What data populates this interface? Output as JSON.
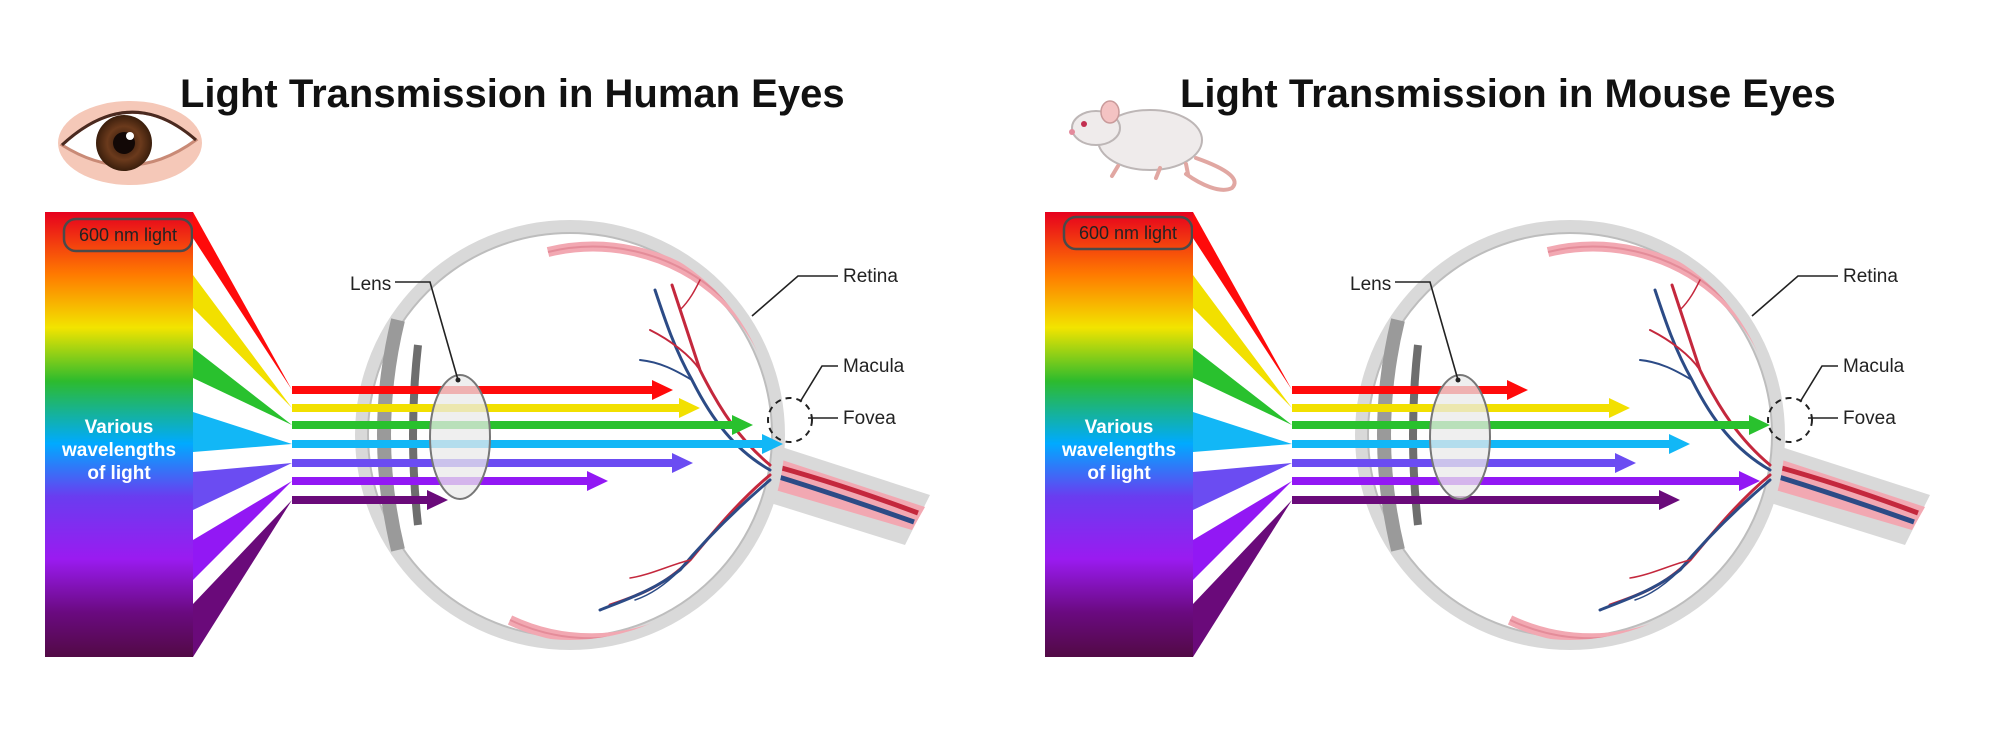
{
  "colors": {
    "spectrum": [
      "#e6001e",
      "#ff7a00",
      "#f2e400",
      "#2dbb2d",
      "#00aaff",
      "#6a3cf0",
      "#9a1bf0",
      "#6a0a80",
      "#520a45"
    ],
    "beams": [
      "#ff0a0a",
      "#f2e000",
      "#29c12e",
      "#12b7f6",
      "#6b4cf2",
      "#9218f4",
      "#6a0a7a"
    ],
    "sclera": "#d9d9d9",
    "retina": "#f2a8b2",
    "vessel_red": "#c4283d",
    "vessel_blue": "#2c4b86"
  },
  "panels": [
    {
      "title": "Light Transmission in Human Eyes",
      "icon": "human-eye-icon",
      "band_label": "600 nm light",
      "spectrum_label": [
        "Various",
        "wavelengths",
        "of light"
      ],
      "labels": {
        "lens": "Lens",
        "retina": "Retina",
        "macula": "Macula",
        "fovea": "Fovea"
      }
    },
    {
      "title": "Light Transmission in Mouse Eyes",
      "icon": "mouse-icon",
      "band_label": "600 nm light",
      "spectrum_label": [
        "Various",
        "wavelengths",
        "of light"
      ],
      "labels": {
        "lens": "Lens",
        "retina": "Retina",
        "macula": "Macula",
        "fovea": "Fovea"
      }
    }
  ]
}
